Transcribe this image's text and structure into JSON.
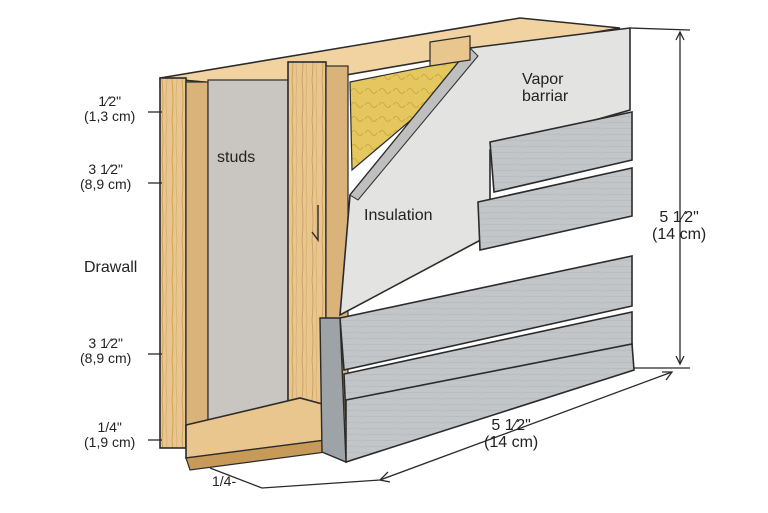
{
  "labels": {
    "studs": "studs",
    "vapor": "Vapor\nbarriar",
    "insulation": "Insulation",
    "drywall": "Drawall"
  },
  "dimensions": {
    "left_top": "1⁄2\"\n(1,3 cm)",
    "left_upper": "3 1⁄2\"\n(8,9 cm)",
    "left_lower": "3 1⁄2\"\n(8,9 cm)",
    "left_bottom": "1/4\"\n(1,9 cm)",
    "right_height": "5 1⁄2\"\n(14 cm)",
    "bottom_width": "5 1⁄2\"\n(14 cm)",
    "bottom_left": "1/4-"
  },
  "colors": {
    "wood": "#e9c68d",
    "wood_dark": "#b98a4c",
    "drywall": "#c9c6c1",
    "insulation": "#e4c75e",
    "siding": "#c3c6c9",
    "siding_dark": "#9ea3a8",
    "vapor": "#dcdcdc",
    "line": "#2b2b2b"
  }
}
